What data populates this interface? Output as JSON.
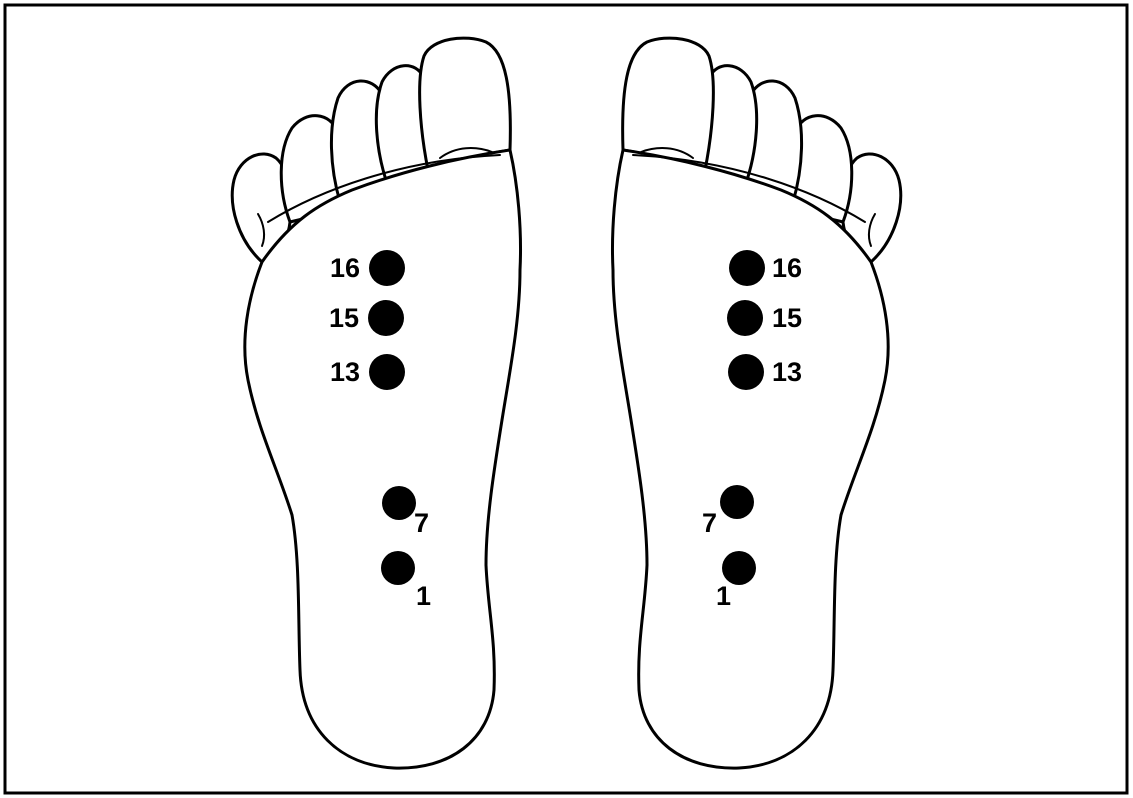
{
  "feet": [
    {
      "side": "left-sole",
      "points": [
        {
          "label": "16"
        },
        {
          "label": "15"
        },
        {
          "label": "13"
        },
        {
          "label": "7"
        },
        {
          "label": "1"
        }
      ]
    },
    {
      "side": "right-sole",
      "points": [
        {
          "label": "16"
        },
        {
          "label": "15"
        },
        {
          "label": "13"
        },
        {
          "label": "7"
        },
        {
          "label": "1"
        }
      ]
    }
  ],
  "colors": {
    "line": "#000000",
    "background": "#ffffff"
  }
}
